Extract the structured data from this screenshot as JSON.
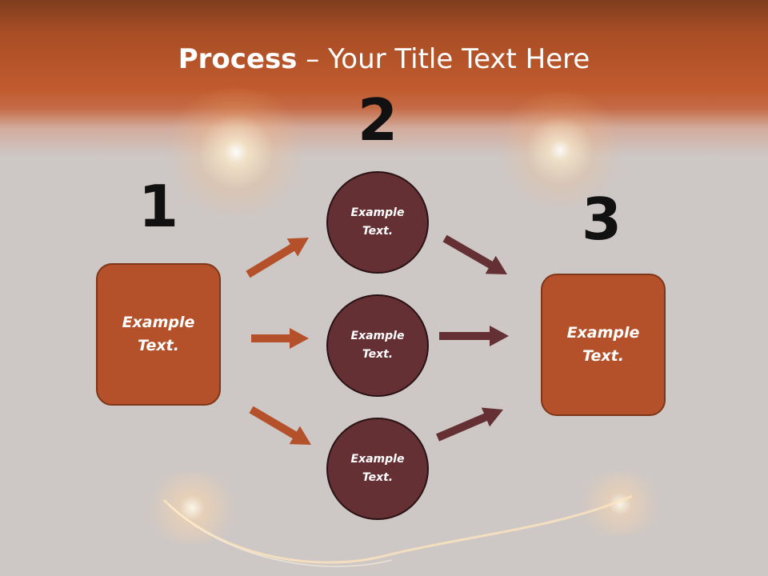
{
  "title": {
    "bold": "Process",
    "rest": " – Your Title Text Here"
  },
  "steps": [
    {
      "number": "1",
      "label": "Example\nText."
    },
    {
      "number": "2",
      "circles": [
        {
          "label": "Example\nText."
        },
        {
          "label": "Example\nText."
        },
        {
          "label": "Example\nText."
        }
      ]
    },
    {
      "number": "3",
      "label": "Example\nText."
    }
  ],
  "colors": {
    "box_fill": "#b4512a",
    "circle_fill": "#643034",
    "arrow_left": "#b4512a",
    "arrow_right": "#643034",
    "header": "#c15a2e"
  }
}
